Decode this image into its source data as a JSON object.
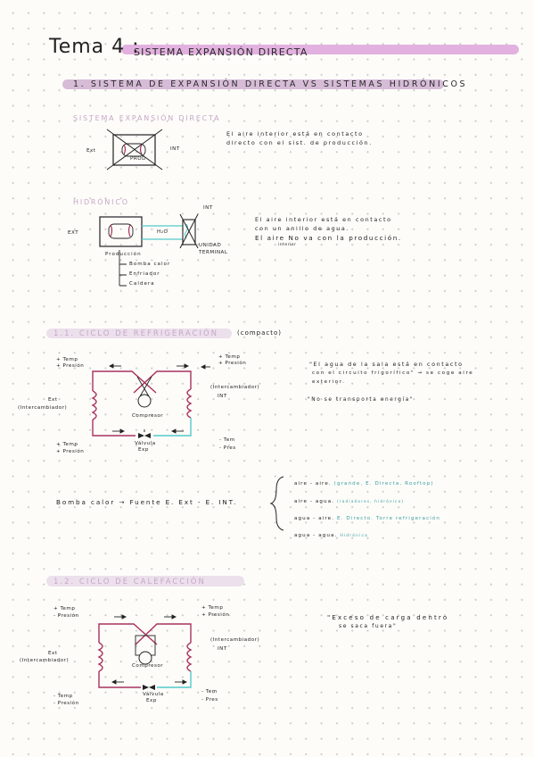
{
  "header": {
    "title_prefix": "Tema 4 :",
    "title_main": "Sistema Expansión Directa",
    "accent_color": "#d9a0d6"
  },
  "section1": {
    "title": "1. Sistema de expansión directa vs sistemas hidrónicos",
    "highlight_color": "#c6a3c9"
  },
  "expansion": {
    "title": "Sistema expansión directa",
    "ext": "Ext",
    "int": "INT",
    "prod": "PROD",
    "description": [
      "El aire interior está en contacto",
      "directo con el sist. de producción."
    ]
  },
  "hidronico": {
    "title": "Hidrónico",
    "ext": "EXT",
    "int": "INT",
    "h2o": "H₂O",
    "terminal": [
      "UNIDAD",
      "TERMINAL"
    ],
    "production": "Producción",
    "production_items": [
      "Bomba calor",
      "Enfriador",
      "Caldera"
    ],
    "description": [
      "El aire interior está en contacto",
      "con un anillo de agua.",
      "El aire No va con la producción."
    ],
    "note_interior": "interior"
  },
  "ciclo_refrigeracion": {
    "title": "1.1. Ciclo de refrigeración",
    "subtitle": "(compacto)",
    "top_left": [
      "+ Temp",
      "+ Presión"
    ],
    "top_right": [
      "+ Temp",
      "+ Presión"
    ],
    "bottom_left": [
      "+ Temp",
      "+ Presión"
    ],
    "bottom_right": [
      "- Tem",
      "- Pres"
    ],
    "ext": [
      "Ext",
      "(Intercambiador)"
    ],
    "int": [
      "(Intercambiador)",
      "INT"
    ],
    "compresor": "Compresor",
    "valvula": [
      "Válvula",
      "Exp"
    ],
    "quote1": [
      "\"El agua de la sala está en contacto",
      "con el circuito frigorífico\" → se coge aire",
      "exterior."
    ],
    "quote2": "\"No se transporta energía\"",
    "pipe_color": "#a8315f",
    "water_color": "#53c9c9"
  },
  "bomba": {
    "text": "Bomba calor → Fuente E. Ext - E. INT.",
    "options": [
      {
        "pair": "aire - aire.",
        "note": "(grande, E. Directa, Rooftop)"
      },
      {
        "pair": "aire - agua.",
        "note": "(radiadores, hidrónico)"
      },
      {
        "pair": "agua - aire.",
        "note": "E. Directo. Torre refrigeración"
      },
      {
        "pair": "agua - agua.",
        "note": "Hidrónico"
      }
    ]
  },
  "ciclo_calefaccion": {
    "title": "1.2. Ciclo de calefacción",
    "top_left": [
      "+ Temp",
      "- Presión"
    ],
    "top_right": [
      "+ Temp",
      "+ Presión"
    ],
    "bottom_left": [
      "- Temp",
      "- Presión"
    ],
    "bottom_right": [
      "- Tem",
      "- Pres"
    ],
    "ext": [
      "Ext",
      "(Intercambiador)"
    ],
    "int": [
      "(Intercambiador)",
      "INT"
    ],
    "compresor": "Compresor",
    "valvula": [
      "Válvula",
      "Exp"
    ],
    "quote": [
      "\"Exceso de carga dentro",
      "se saca fuera\""
    ]
  }
}
